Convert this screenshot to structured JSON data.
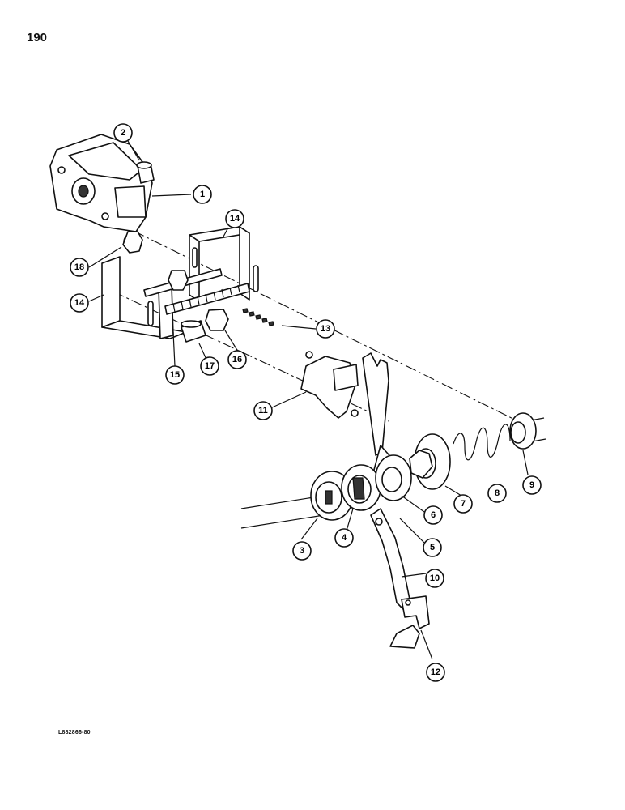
{
  "page_number": "190",
  "drawing_code": "L882866-80",
  "callouts": [
    {
      "id": "c1",
      "label": "1"
    },
    {
      "id": "c2",
      "label": "2"
    },
    {
      "id": "c3",
      "label": "3"
    },
    {
      "id": "c4",
      "label": "4"
    },
    {
      "id": "c5",
      "label": "5"
    },
    {
      "id": "c6",
      "label": "6"
    },
    {
      "id": "c7",
      "label": "7"
    },
    {
      "id": "c8",
      "label": "8"
    },
    {
      "id": "c9",
      "label": "9"
    },
    {
      "id": "c10",
      "label": "10"
    },
    {
      "id": "c11",
      "label": "11"
    },
    {
      "id": "c12",
      "label": "12"
    },
    {
      "id": "c13",
      "label": "13"
    },
    {
      "id": "c14a",
      "label": "14"
    },
    {
      "id": "c14b",
      "label": "14"
    },
    {
      "id": "c15",
      "label": "15"
    },
    {
      "id": "c16",
      "label": "16"
    },
    {
      "id": "c17",
      "label": "17"
    },
    {
      "id": "c18",
      "label": "18"
    }
  ]
}
